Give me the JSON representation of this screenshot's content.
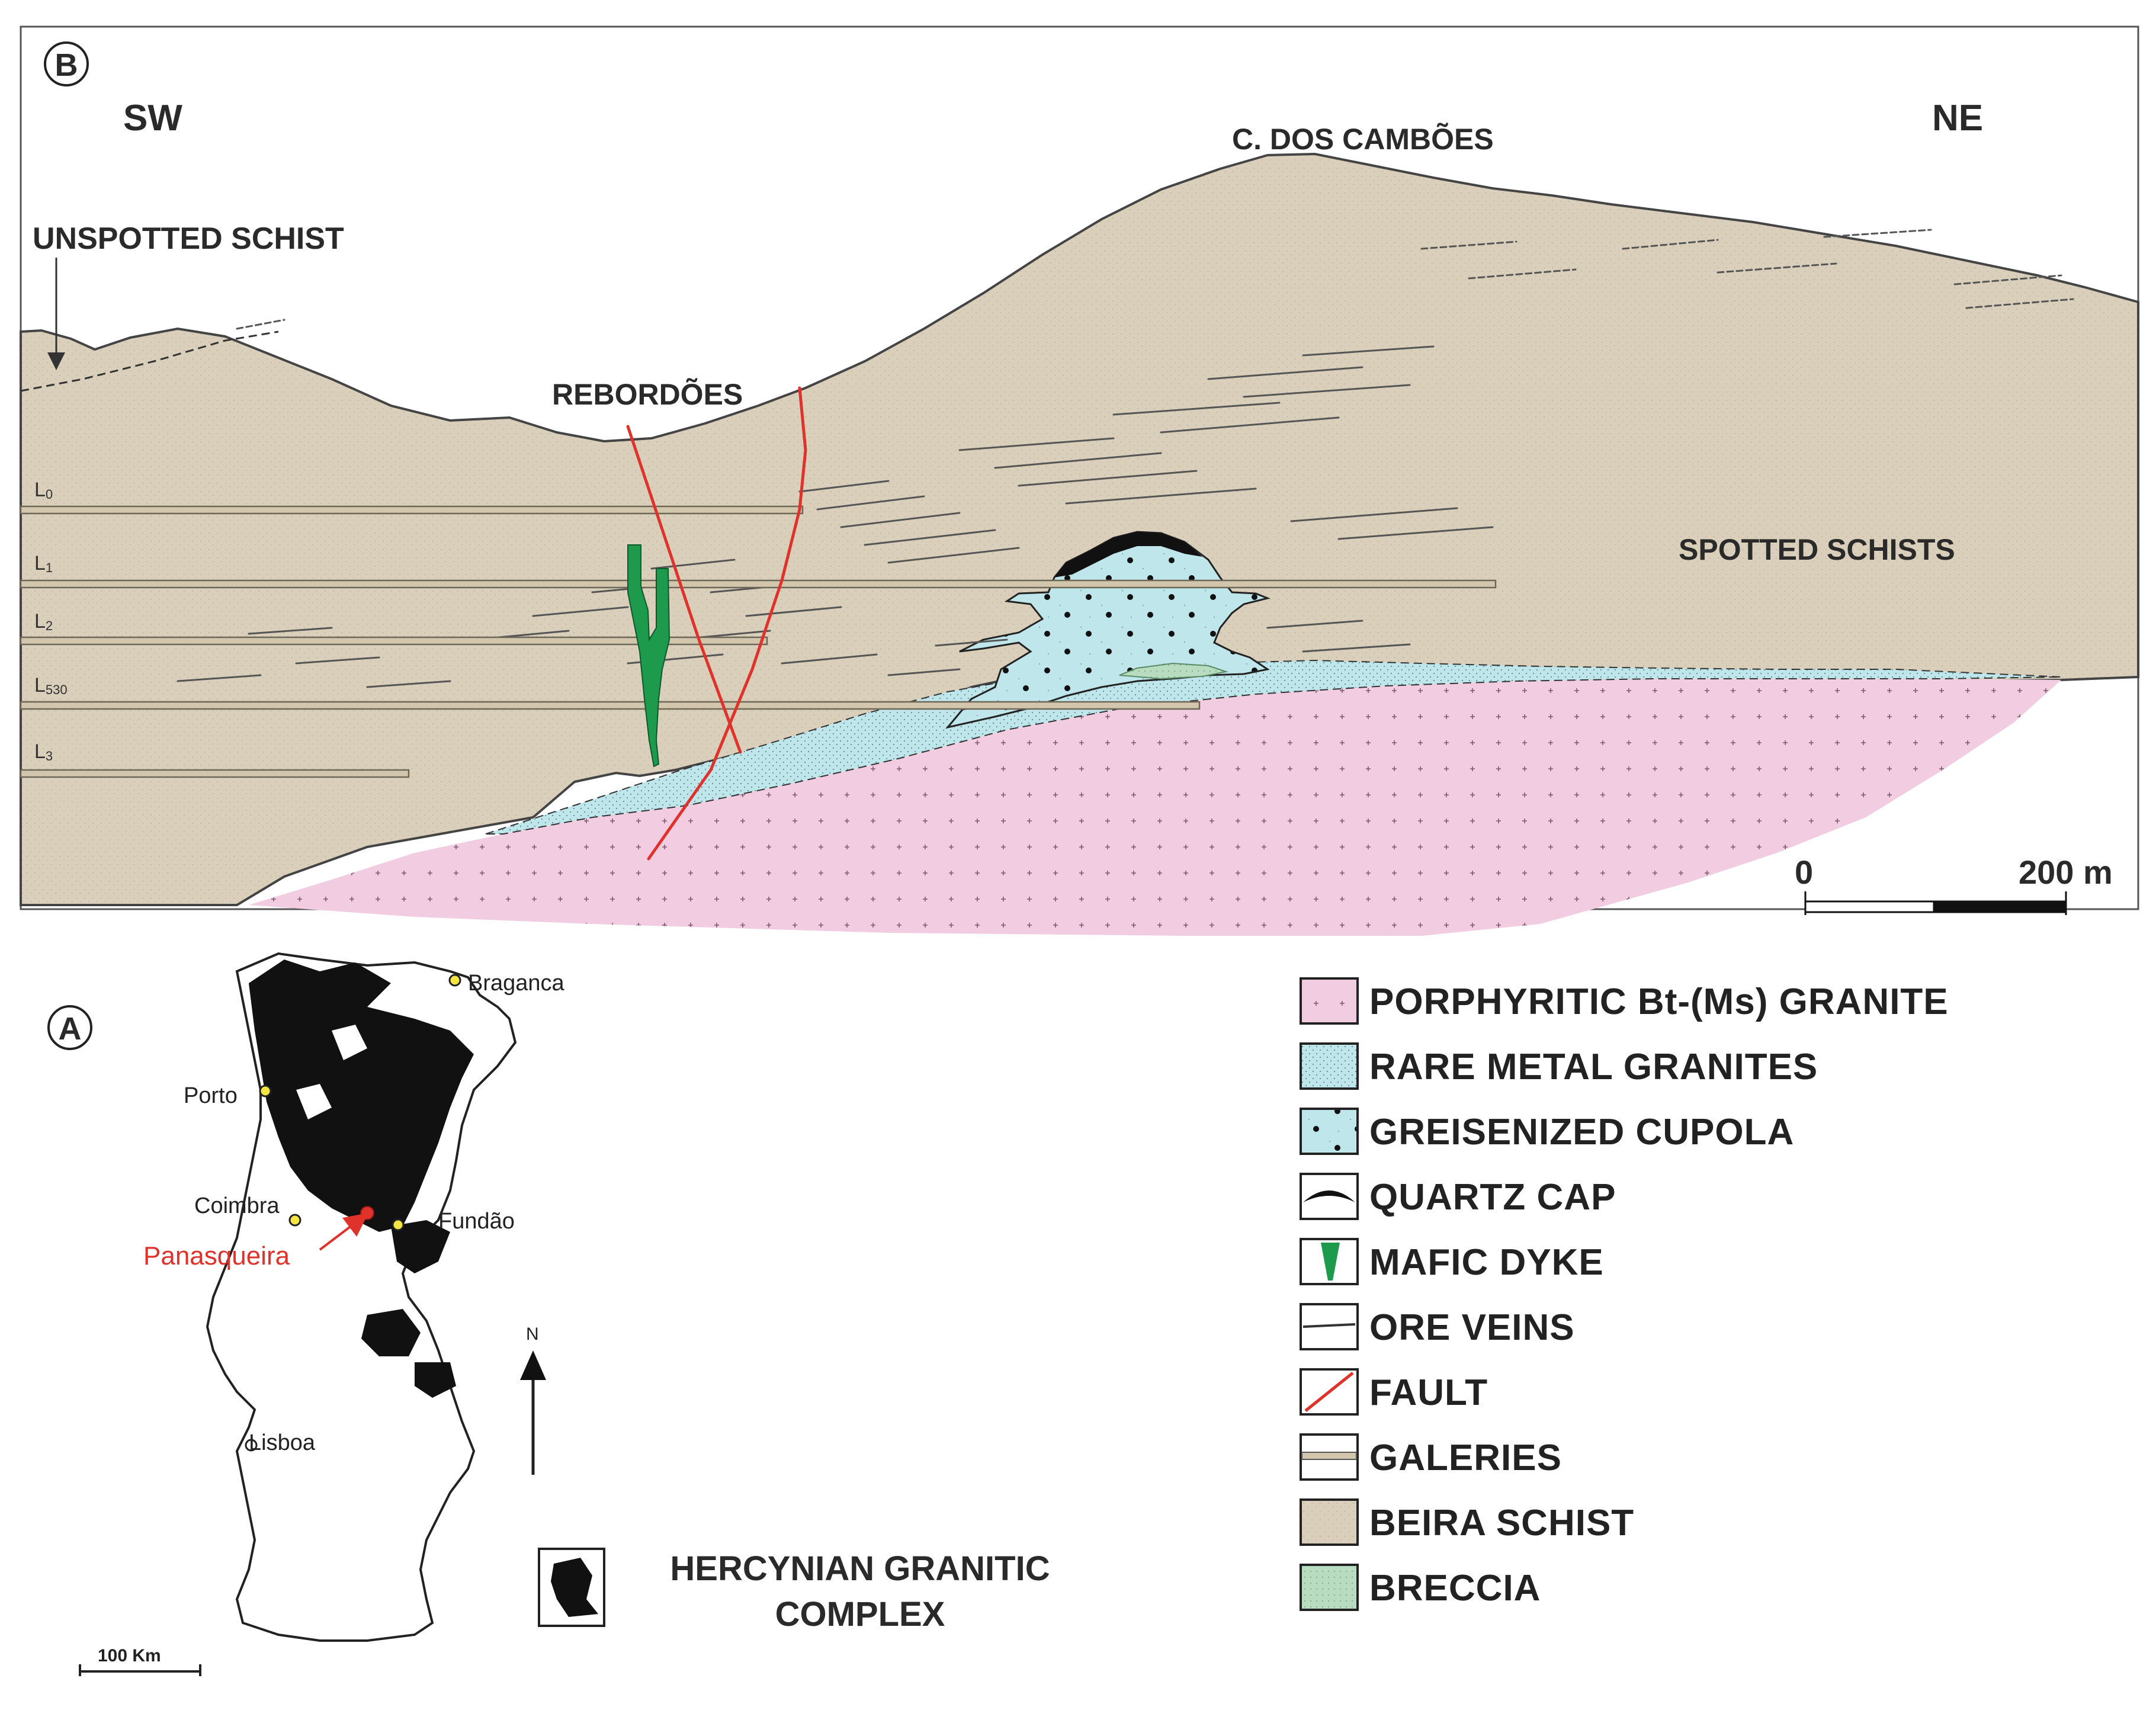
{
  "section_b": {
    "panel_letter": "B",
    "direction_left": "SW",
    "direction_right": "NE",
    "peak_label": "C. DOS CAMBÕES",
    "unspotted_label": "UNSPOTTED SCHIST",
    "village_label": "REBORDÕES",
    "spotted_label": "SPOTTED SCHISTS",
    "levels": [
      {
        "main": "L",
        "sub": "0"
      },
      {
        "main": "L",
        "sub": "1"
      },
      {
        "main": "L",
        "sub": "2"
      },
      {
        "main": "L",
        "sub": "530"
      },
      {
        "main": "L",
        "sub": "3"
      }
    ],
    "scale": {
      "start": "0",
      "end": "200 m"
    }
  },
  "map_a": {
    "panel_letter": "A",
    "cities": {
      "braganca": "Braganca",
      "porto": "Porto",
      "coimbra": "Coimbra",
      "fundao": "Fundão",
      "lisboa": "Lisboa",
      "panasqueira": "Panasqueira"
    },
    "north": "N",
    "scale": "100 Km",
    "complex_line1": "HERCYNIAN GRANITIC",
    "complex_line2": "COMPLEX"
  },
  "legend": {
    "items": [
      {
        "label": "PORPHYRITIC Bt-(Ms) GRANITE",
        "icon": "granite-swatch-icon"
      },
      {
        "label": "RARE METAL GRANITES",
        "icon": "rare-metal-swatch-icon"
      },
      {
        "label": "GREISENIZED CUPOLA",
        "icon": "cupola-swatch-icon"
      },
      {
        "label": "QUARTZ CAP",
        "icon": "quartz-cap-icon"
      },
      {
        "label": "MAFIC DYKE",
        "icon": "mafic-dyke-icon"
      },
      {
        "label": "ORE VEINS",
        "icon": "ore-veins-icon"
      },
      {
        "label": "FAULT",
        "icon": "fault-icon"
      },
      {
        "label": "GALERIES",
        "icon": "galeries-icon"
      },
      {
        "label": "BEIRA SCHIST",
        "icon": "beira-schist-icon"
      },
      {
        "label": "BRECCIA",
        "icon": "breccia-icon"
      }
    ]
  },
  "colors": {
    "schist": "#d9cfbb",
    "granite": "#f2cde2",
    "rare_metal": "#bfe6ea",
    "fault": "#e0312b",
    "dyke": "#1e9a4c",
    "breccia": "#b7dcc0",
    "panasqueira": "#e0312b"
  }
}
